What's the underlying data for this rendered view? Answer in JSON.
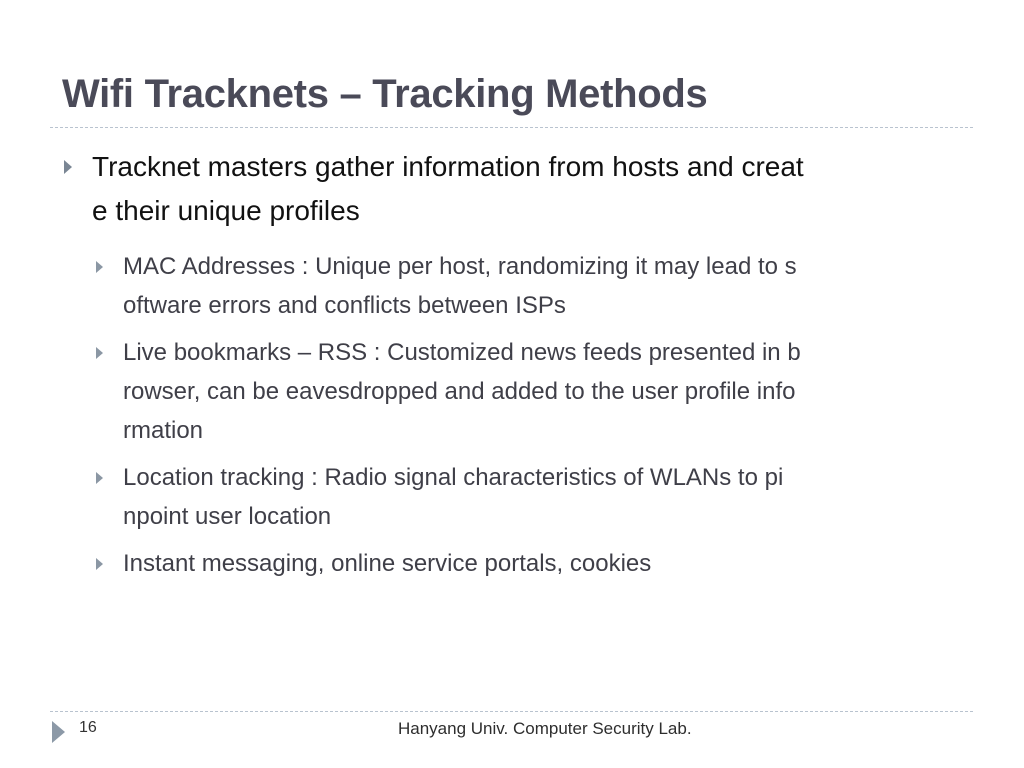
{
  "slide": {
    "title": "Wifi Tracknets – Tracking Methods",
    "main_bullet": {
      "line1": "Tracknet masters gather information from hosts and creat",
      "line2": "e their unique profiles"
    },
    "sub_bullets": [
      {
        "lines": [
          "MAC Addresses : Unique per host, randomizing it may lead to s",
          "oftware errors and conflicts between ISPs"
        ]
      },
      {
        "lines": [
          "Live bookmarks – RSS : Customized news feeds presented in b",
          "rowser, can be eavesdropped and added to the user profile info",
          "rmation"
        ]
      },
      {
        "lines": [
          "Location tracking : Radio signal characteristics of WLANs to pi",
          "npoint user location"
        ]
      },
      {
        "lines": [
          "Instant messaging, online service portals, cookies"
        ]
      }
    ]
  },
  "footer": {
    "page_number": "16",
    "text": "Hanyang Univ. Computer Security Lab."
  },
  "icons": {
    "bullet": "triangle-right-icon",
    "footer_marker": "triangle-right-icon"
  },
  "colors": {
    "title": "#4a4a58",
    "bullet_arrow": "#7a8694",
    "divider": "#b9c3cf"
  }
}
